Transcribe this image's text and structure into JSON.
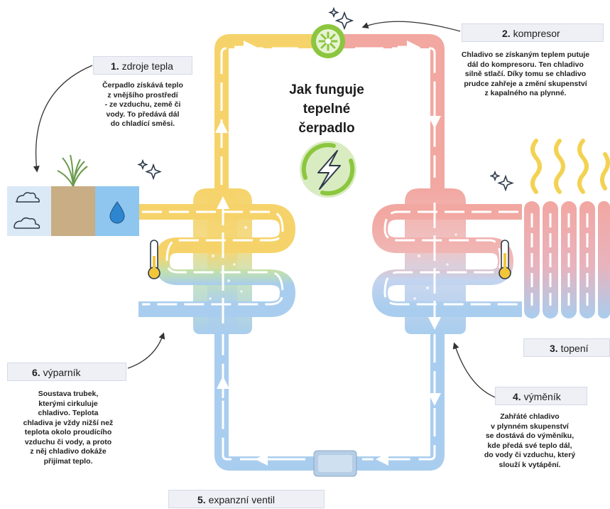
{
  "title": {
    "line1": "Jak funguje",
    "line2": "tepelné čerpadlo"
  },
  "steps": [
    {
      "num": "1.",
      "name": "zdroje tepla",
      "desc": [
        "Čerpadlo získává teplo",
        "z vnějšího prostředí",
        "- ze vzduchu, země či",
        "vody. To předává dál",
        "do chladící směsi."
      ]
    },
    {
      "num": "2.",
      "name": "kompresor",
      "desc": [
        "Chladivo se získaným teplem putuje",
        "dál do kompresoru. Ten chladivo",
        "silně stlačí. Díky tomu se chladivo",
        "prudce zahřeje a změní skupenství",
        "z kapalného na plynné."
      ]
    },
    {
      "num": "3.",
      "name": "topení",
      "desc": []
    },
    {
      "num": "4.",
      "name": "výměník",
      "desc": [
        "Zahřáté chladivo",
        "v plynném skupenství",
        "se dostává do výměníku,",
        "kde předá své teplo dál,",
        "do vody či vzduchu, který",
        "slouží k vytápění."
      ]
    },
    {
      "num": "5.",
      "name": "expanzní ventil",
      "desc": []
    },
    {
      "num": "6.",
      "name": "výparník",
      "desc": [
        "Soustava trubek,",
        "kterými cirkuluje",
        "chladivo. Teplota",
        "chladiva je vždy nižší než",
        "teplota okolo proudícího",
        "vzduchu či vody, a proto",
        "z něj chladivo dokáže",
        "přijímat teplo."
      ]
    }
  ],
  "colors": {
    "warm": "#f2a7a1",
    "cool": "#a9cdee",
    "yellow": "#f6d36a",
    "green": "#8cc63f",
    "label_bg": "#eef0f6"
  }
}
